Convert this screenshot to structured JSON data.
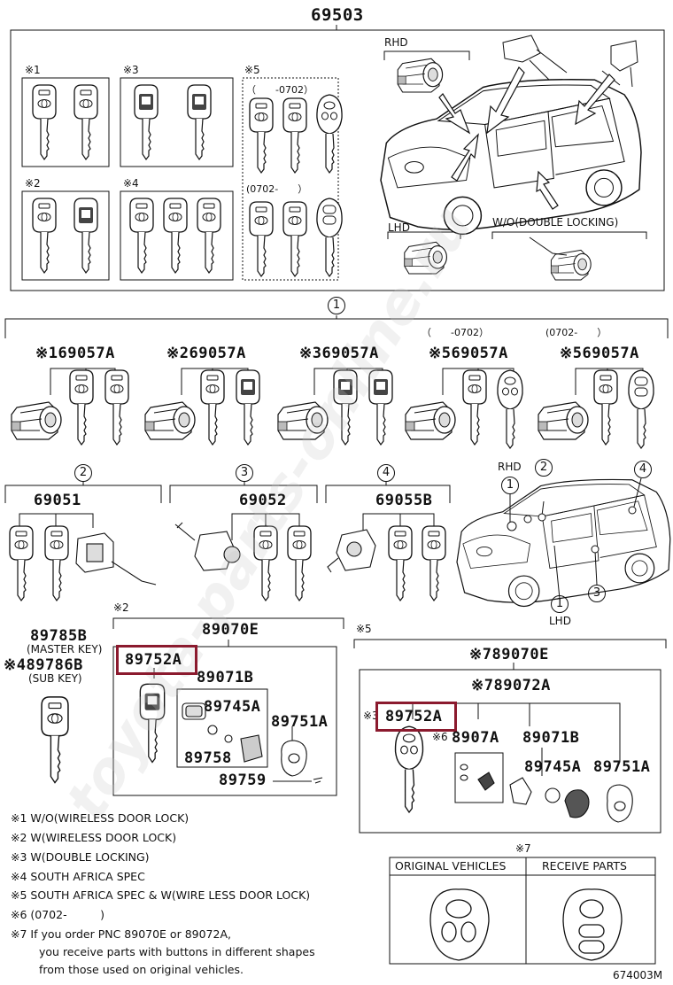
{
  "top_part": "69503",
  "top_sections": {
    "m1": "※1",
    "m2": "※2",
    "m3": "※3",
    "m4": "※4",
    "m5": "※5",
    "date_a": "（　　-0702）",
    "date_b": "(0702-　　）"
  },
  "car_labels": {
    "rhd": "RHD",
    "lhd": "LHD",
    "wo_double": "W/O(DOUBLE LOCKING)"
  },
  "section1": {
    "num": "1",
    "parts": [
      "※169057A",
      "※269057A",
      "※369057A",
      "※569057A",
      "※569057A"
    ],
    "dates": [
      "（　　-0702）",
      "(0702-　　）"
    ]
  },
  "section_nums": {
    "two": "2",
    "three": "3",
    "four": "4"
  },
  "section2_part": "69051",
  "section3_part": "69052",
  "section4_part": "69055B",
  "car2_labels": {
    "rhd": "RHD",
    "lhd": "LHD",
    "c1a": "1",
    "c1b": "1",
    "c2": "2",
    "c3": "3",
    "c4": "4"
  },
  "master": {
    "p1": "89785B",
    "p1_label": "(MASTER KEY)",
    "p2": "※489786B",
    "p2_label": "(SUB KEY)"
  },
  "box2": {
    "mark": "※2",
    "title": "89070E",
    "p_89752A": "89752A",
    "p_89071B": "89071B",
    "p_89745A": "89745A",
    "p_89751A": "89751A",
    "p_89758": "89758",
    "p_89759": "89759"
  },
  "box5": {
    "mark": "※5",
    "title": "※789070E",
    "sub": "※789072A",
    "p_89752A": "89752A",
    "mark6": "※6",
    "p_8907A": "8907A",
    "p_89071B": "89071B",
    "p_89745A": "89745A",
    "p_89751A": "89751A",
    "mark3": "※3"
  },
  "notes": [
    "※1 W/O(WIRELESS DOOR LOCK)",
    "※2 W(WIRELESS DOOR LOCK)",
    "※3 W(DOUBLE LOCKING)",
    "※4 SOUTH AFRICA SPEC",
    "※5 SOUTH AFRICA SPEC & W(WIRE LESS DOOR LOCK)",
    "※6 (0702-　　　)",
    "※7 If you order PNC 89070E or 89072A,",
    "you receive parts with buttons in different shapes",
    "from those used on original vehicles."
  ],
  "compare": {
    "mark": "※7",
    "col1": "ORIGINAL VEHICLES",
    "col2": "RECEIVE PARTS"
  },
  "figure_id": "674003M",
  "watermark": "toyota-parts-online.ru"
}
